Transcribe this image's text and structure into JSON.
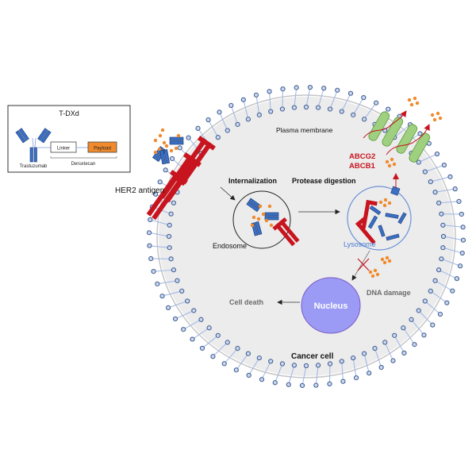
{
  "legend": {
    "title": "T-DXd",
    "antibody_label": "Trastuzumab",
    "linker_label": "Linker",
    "payload_label": "Payload",
    "drug_label": "Deruxtecan"
  },
  "labels": {
    "her2": "HER2 antigen",
    "plasma_membrane": "Plasma membrane",
    "internalization": "Internalization",
    "protease_digestion": "Protease digestion",
    "endosome": "Endosome",
    "lysosome": "Lysosome",
    "abcg2": "ABCG2",
    "abcb1": "ABCB1",
    "nucleus": "Nucleus",
    "dna_damage": "DNA damage",
    "cell_death": "Cell death",
    "cancer_cell": "Cancer cell"
  },
  "colors": {
    "antibody": "#3a6fc4",
    "antibody_dark": "#1f3f7a",
    "payload": "#f08a2c",
    "her2": "#c8141e",
    "transporter": "#9fd07f",
    "transporter_stroke": "#5a9a3a",
    "nucleus": "#9b9bf5",
    "nucleus_stroke": "#7a5bc4",
    "lysosome_label": "#4a7ad0",
    "abc_label": "#c8141e",
    "cytoplasm": "#ececec",
    "lipid_head": "#9db5e6",
    "lipid_stroke": "#3e5a8a",
    "gray_text": "#6b6b6b"
  }
}
